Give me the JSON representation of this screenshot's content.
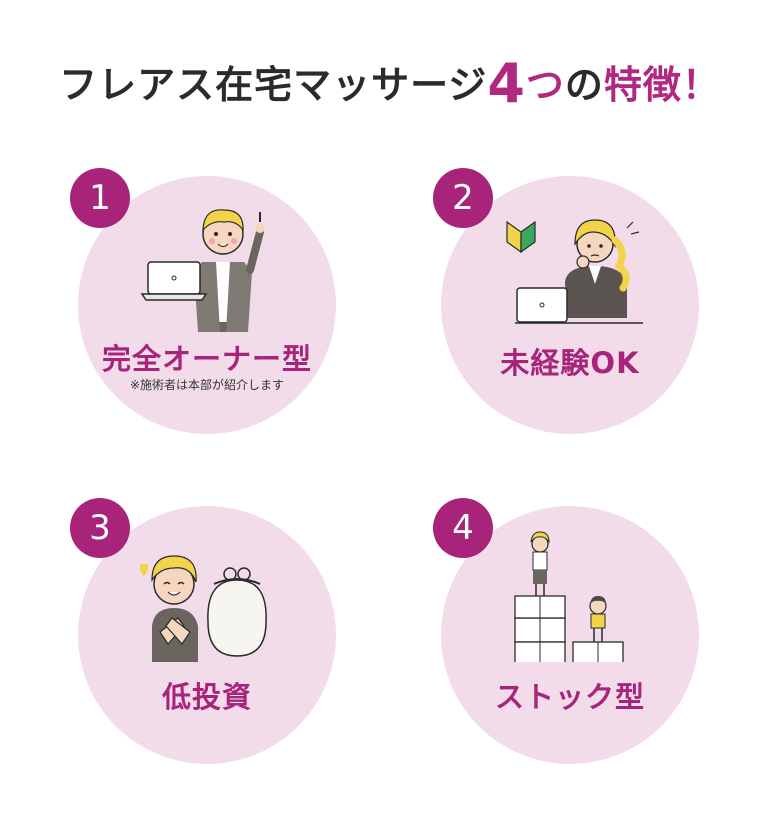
{
  "headline": {
    "prefix": "フレアス在宅マッサージ",
    "number": "4",
    "counter": "つ",
    "particle": "の",
    "accent": "特徴！"
  },
  "features": [
    {
      "number": "1",
      "title": "完全オーナー型",
      "note": "※施術者は本部が紹介します",
      "illustration": "businessman-with-laptop-icon"
    },
    {
      "number": "2",
      "title": "未経験OK",
      "note": "",
      "illustration": "beginner-woman-at-laptop-icon"
    },
    {
      "number": "3",
      "title": "低投資",
      "note": "",
      "illustration": "happy-person-with-purse-icon"
    },
    {
      "number": "4",
      "title": "ストック型",
      "note": "",
      "illustration": "people-on-stacked-boxes-icon"
    }
  ],
  "colors": {
    "accent": "#a8247a",
    "circle": "#f3dcea",
    "text": "#2b2b2b"
  }
}
